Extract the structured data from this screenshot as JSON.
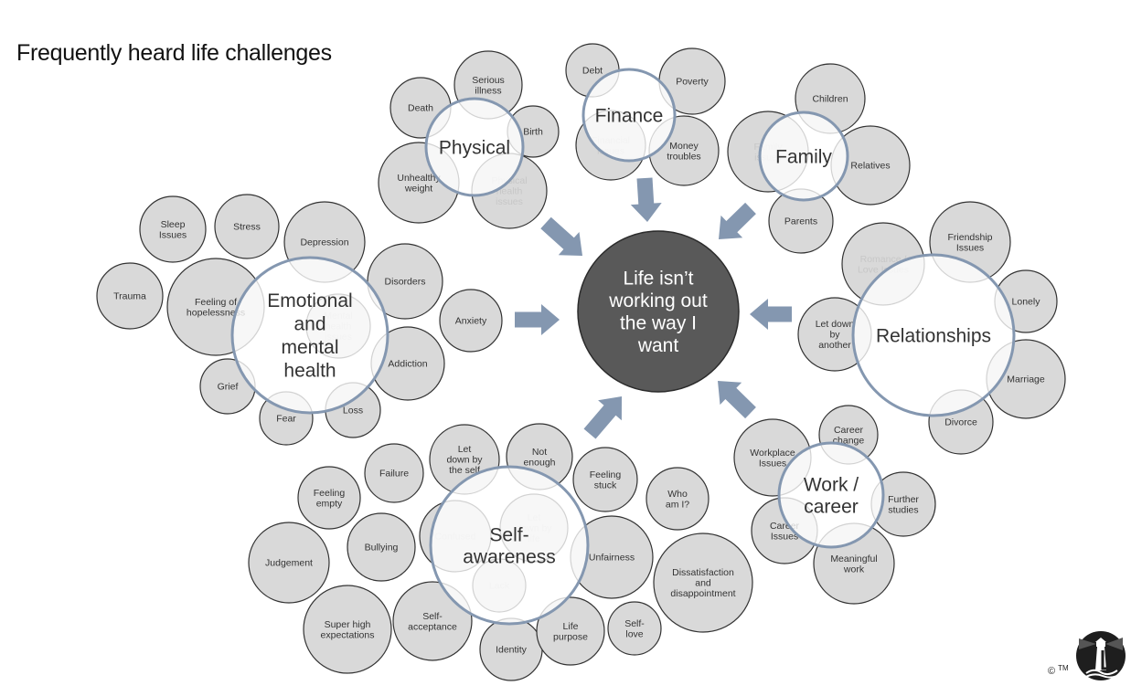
{
  "title": "Frequently heard life challenges",
  "center": {
    "lines": [
      "Life isn’t",
      "working out",
      "the way I",
      "want"
    ]
  },
  "categories": [
    {
      "id": "physical",
      "lines": [
        "Physical"
      ]
    },
    {
      "id": "finance",
      "lines": [
        "Finance"
      ]
    },
    {
      "id": "family",
      "lines": [
        "Family"
      ]
    },
    {
      "id": "emotional",
      "lines": [
        "Emotional",
        "and",
        "mental",
        "health"
      ]
    },
    {
      "id": "relationships",
      "lines": [
        "Relationships"
      ]
    },
    {
      "id": "work",
      "lines": [
        "Work /",
        "career"
      ]
    },
    {
      "id": "self",
      "lines": [
        "Self-",
        "awareness"
      ]
    }
  ],
  "topics": [
    {
      "id": "serious-illness",
      "lines": [
        "Serious",
        "illness"
      ]
    },
    {
      "id": "death",
      "lines": [
        "Death"
      ]
    },
    {
      "id": "birth",
      "lines": [
        "Birth"
      ]
    },
    {
      "id": "unhealthy-weight",
      "lines": [
        "Unhealthy",
        "weight"
      ]
    },
    {
      "id": "physical-health-issues",
      "lines": [
        "Physical",
        "health",
        "issues"
      ]
    },
    {
      "id": "debt",
      "lines": [
        "Debt"
      ]
    },
    {
      "id": "poverty",
      "lines": [
        "Poverty"
      ]
    },
    {
      "id": "financial-issues",
      "lines": [
        "Financial",
        "issues"
      ]
    },
    {
      "id": "money-troubles",
      "lines": [
        "Money",
        "troubles"
      ]
    },
    {
      "id": "children",
      "lines": [
        "Children"
      ]
    },
    {
      "id": "family-issues",
      "lines": [
        "Family",
        "issues"
      ]
    },
    {
      "id": "relatives",
      "lines": [
        "Relatives"
      ]
    },
    {
      "id": "parents",
      "lines": [
        "Parents"
      ]
    },
    {
      "id": "sleep-issues",
      "lines": [
        "Sleep",
        "Issues"
      ]
    },
    {
      "id": "stress",
      "lines": [
        "Stress"
      ]
    },
    {
      "id": "depression",
      "lines": [
        "Depression"
      ]
    },
    {
      "id": "trauma",
      "lines": [
        "Trauma"
      ]
    },
    {
      "id": "hopelessness",
      "lines": [
        "Feeling of",
        "hopelessness"
      ]
    },
    {
      "id": "disorders",
      "lines": [
        "Disorders"
      ]
    },
    {
      "id": "mental-health-issues",
      "lines": [
        "Mental",
        "health",
        "issues"
      ]
    },
    {
      "id": "anxiety",
      "lines": [
        "Anxiety"
      ]
    },
    {
      "id": "addiction",
      "lines": [
        "Addiction"
      ]
    },
    {
      "id": "grief",
      "lines": [
        "Grief"
      ]
    },
    {
      "id": "fear",
      "lines": [
        "Fear"
      ]
    },
    {
      "id": "loss",
      "lines": [
        "Loss"
      ]
    },
    {
      "id": "friendship-issues",
      "lines": [
        "Friendship",
        "Issues"
      ]
    },
    {
      "id": "romance-love",
      "lines": [
        "Romance /",
        "Love Issues"
      ]
    },
    {
      "id": "lonely",
      "lines": [
        "Lonely"
      ]
    },
    {
      "id": "let-down-by-another",
      "lines": [
        "Let down",
        "by",
        "another"
      ]
    },
    {
      "id": "marriage",
      "lines": [
        "Marriage"
      ]
    },
    {
      "id": "divorce",
      "lines": [
        "Divorce"
      ]
    },
    {
      "id": "career-change",
      "lines": [
        "Career",
        "change"
      ]
    },
    {
      "id": "workplace-issues",
      "lines": [
        "Workplace",
        "Issues"
      ]
    },
    {
      "id": "further-studies",
      "lines": [
        "Further",
        "studies"
      ]
    },
    {
      "id": "career-issues",
      "lines": [
        "Career",
        "Issues"
      ]
    },
    {
      "id": "meaningful-work",
      "lines": [
        "Meaningful",
        "work"
      ]
    },
    {
      "id": "failure",
      "lines": [
        "Failure"
      ]
    },
    {
      "id": "let-down-by-self",
      "lines": [
        "Let",
        "down by",
        "the self"
      ]
    },
    {
      "id": "not-enough",
      "lines": [
        "Not",
        "enough"
      ]
    },
    {
      "id": "feeling-stuck",
      "lines": [
        "Feeling",
        "stuck"
      ]
    },
    {
      "id": "who-am-i",
      "lines": [
        "Who",
        "am I?"
      ]
    },
    {
      "id": "feeling-empty",
      "lines": [
        "Feeling",
        "empty"
      ]
    },
    {
      "id": "confused",
      "lines": [
        "Confused"
      ]
    },
    {
      "id": "let-down-by-life",
      "lines": [
        "Let",
        "down by",
        "life"
      ]
    },
    {
      "id": "bullying",
      "lines": [
        "Bullying"
      ]
    },
    {
      "id": "judgement",
      "lines": [
        "Judgement"
      ]
    },
    {
      "id": "unfairness",
      "lines": [
        "Unfairness"
      ]
    },
    {
      "id": "dissatisfaction",
      "lines": [
        "Dissatisfaction",
        "and",
        "disappointment"
      ]
    },
    {
      "id": "lack",
      "lines": [
        "Lack"
      ]
    },
    {
      "id": "super-high-expectations",
      "lines": [
        "Super high",
        "expectations"
      ]
    },
    {
      "id": "self-acceptance",
      "lines": [
        "Self-",
        "acceptance"
      ]
    },
    {
      "id": "identity",
      "lines": [
        "Identity"
      ]
    },
    {
      "id": "life-purpose",
      "lines": [
        "Life",
        "purpose"
      ]
    },
    {
      "id": "self-love",
      "lines": [
        "Self-",
        "love"
      ]
    }
  ],
  "colors": {
    "topic_fill": "#d9d9d9",
    "topic_stroke": "#333333",
    "category_stroke": "#8497b0",
    "arrow": "#8497b0",
    "center_fill": "#595959"
  },
  "copyright": "©",
  "trademark": "TM",
  "logo_icon": "lighthouse-logo-icon"
}
